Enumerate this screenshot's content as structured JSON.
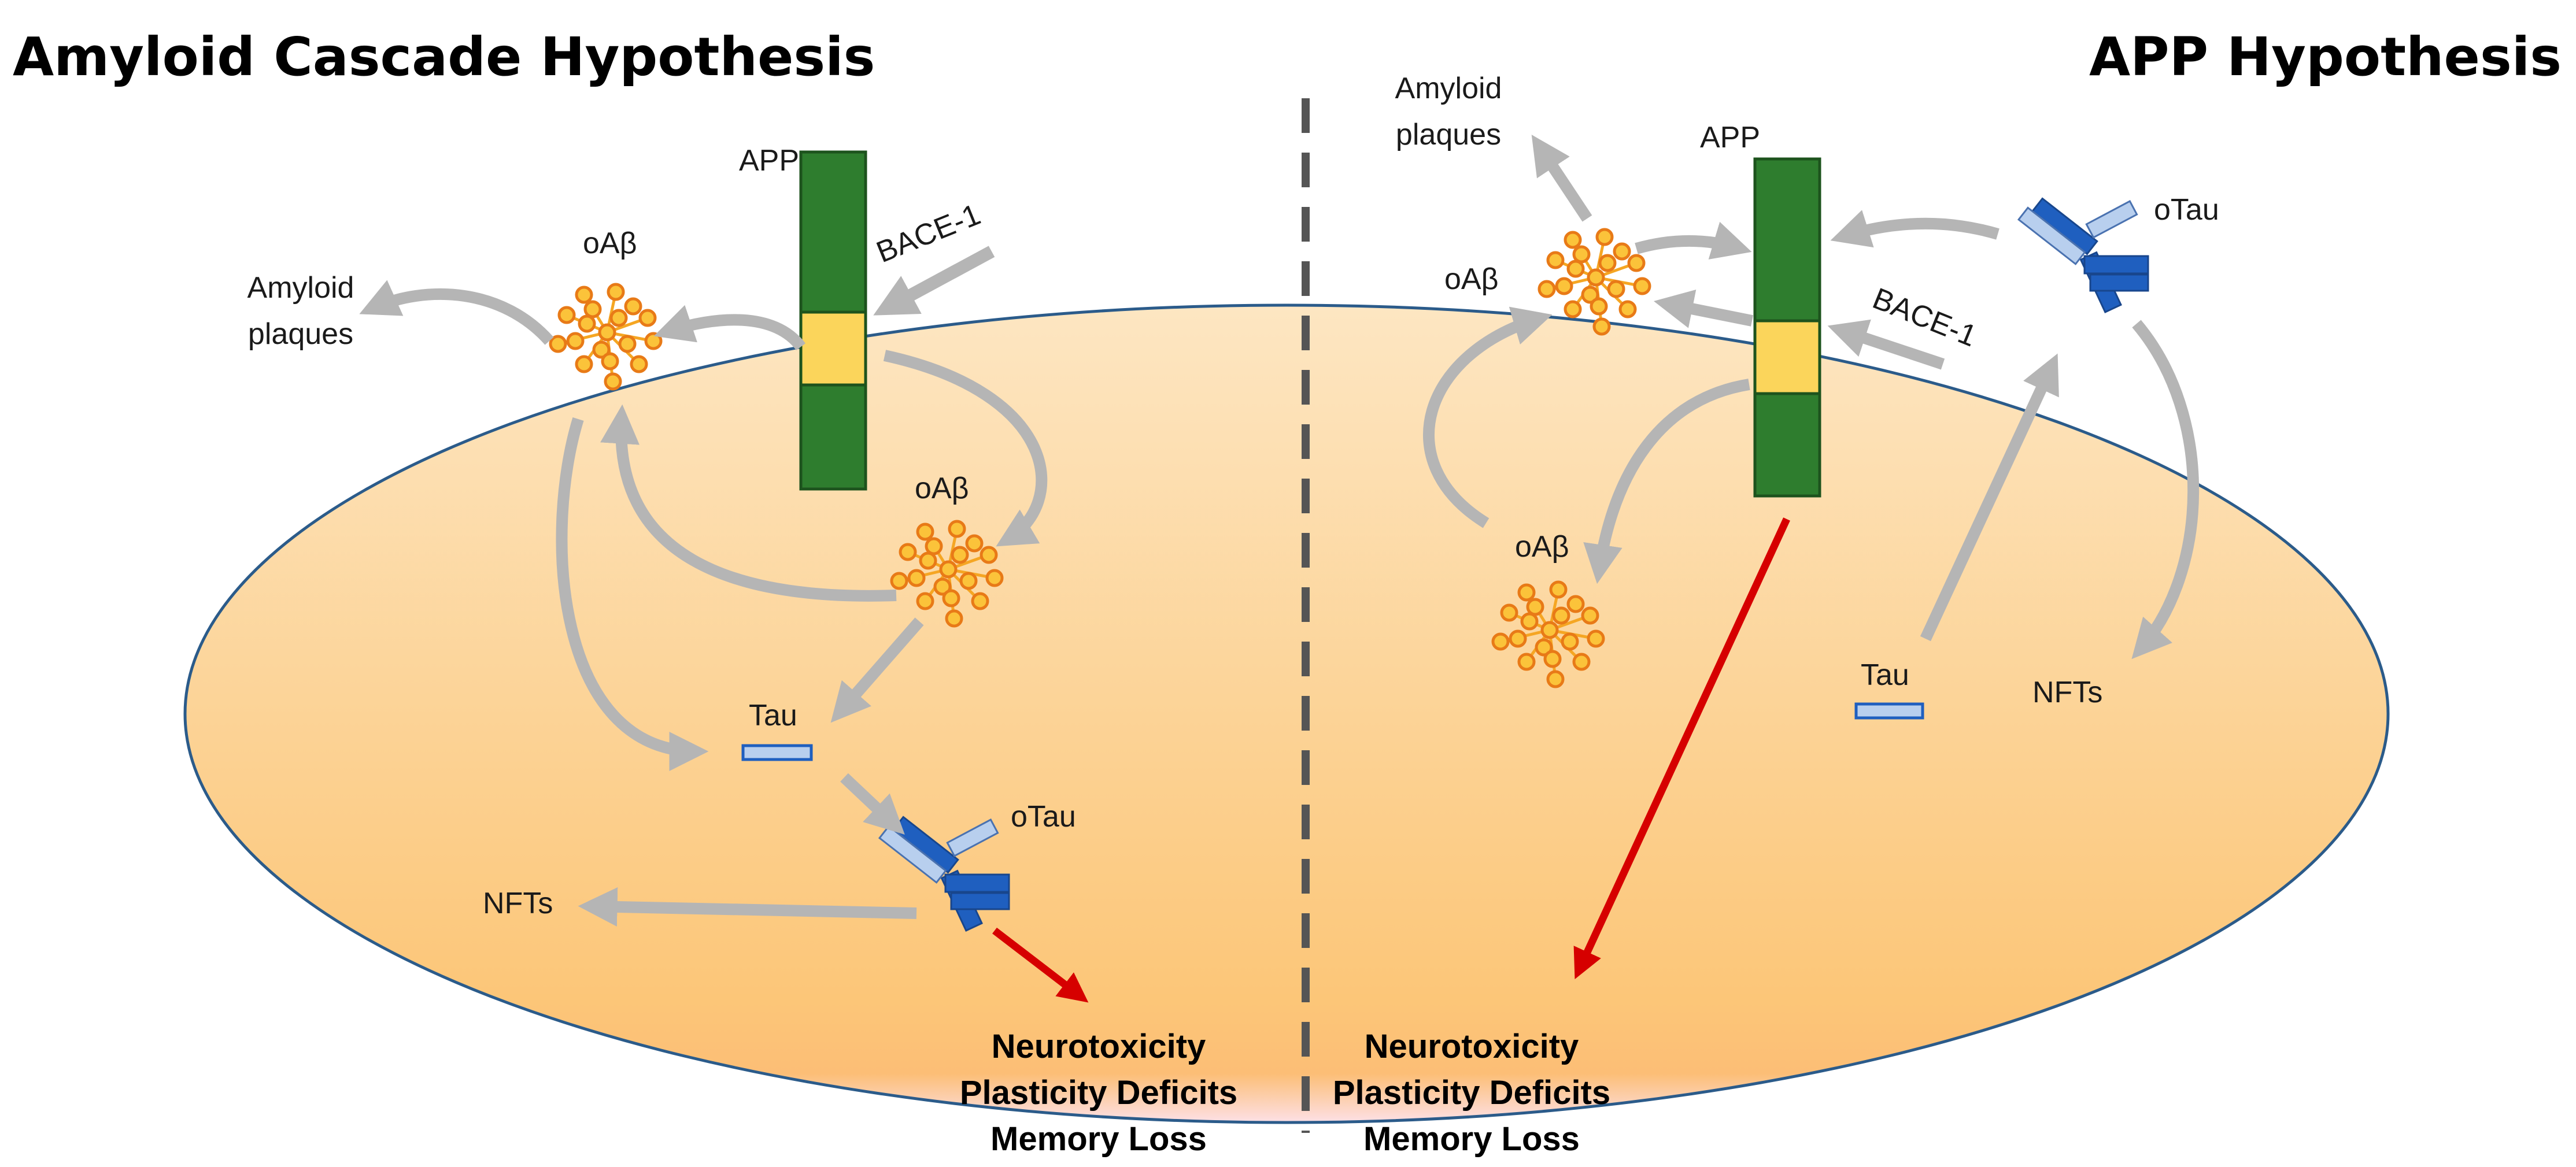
{
  "titles": {
    "left": "Amyloid Cascade Hypothesis",
    "right": "APP Hypothesis"
  },
  "left_panel": {
    "app": "APP",
    "bace": "BACE-1",
    "oab_top": "oAβ",
    "oab_mid": "oAβ",
    "plaques_line1": "Amyloid",
    "plaques_line2": "plaques",
    "tau": "Tau",
    "otau": "oTau",
    "nfts": "NFTs",
    "outcomes": [
      "Neurotoxicity",
      "Plasticity Deficits",
      "Memory Loss"
    ]
  },
  "right_panel": {
    "app": "APP",
    "bace": "BACE-1",
    "oab_top": "oAβ",
    "oab_low": "oAβ",
    "plaques_line1": "Amyloid",
    "plaques_line2": "plaques",
    "tau": "Tau",
    "otau": "oTau",
    "nfts": "NFTs",
    "outcomes": [
      "Neurotoxicity",
      "Plasticity Deficits",
      "Memory Loss"
    ]
  },
  "colors": {
    "app_green": "#2e7d2e",
    "cleavage_yellow": "#fbd55b",
    "arrow_gray": "#b5b5b5",
    "arrow_red": "#d60000",
    "oligomer_orange": "#f5a623",
    "tau_blue": "#1f5fbf",
    "cell_fill": "#fcd08a",
    "cell_outline": "#2b5b8a"
  }
}
